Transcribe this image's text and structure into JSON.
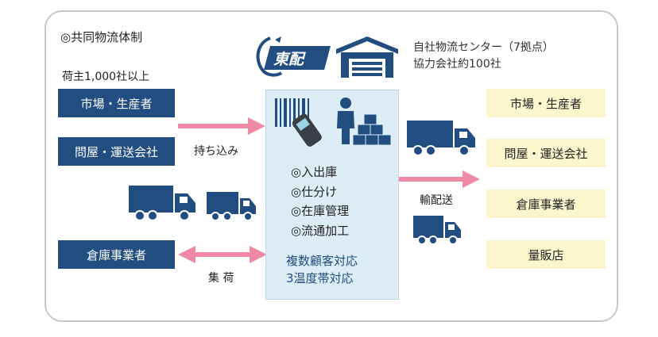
{
  "title": "◎共同物流体制",
  "shipper_count": "荷主1,000社以上",
  "left_boxes": [
    "市場・生産者",
    "問屋・運送会社",
    "倉庫事業者"
  ],
  "arrow_labels": {
    "bring_in": "持ち込み",
    "collection": "集 荷",
    "delivery": "輸配送"
  },
  "logo_text": "東配",
  "center_info": [
    "自社物流センター（7拠点）",
    "協力会社約100社"
  ],
  "functions": [
    "◎入出庫",
    "◎仕分け",
    "◎在庫管理",
    "◎流通加工"
  ],
  "features": [
    "複数顧客対応",
    "3温度帯対応"
  ],
  "right_boxes": [
    "市場・生産者",
    "問屋・運送会社",
    "倉庫事業者",
    "量販店"
  ],
  "colors": {
    "navy": "#214d80",
    "yellow": "#fbf6cc",
    "light_blue": "#dcedf6",
    "pink_arrow": "#ef8aa6"
  },
  "icons": [
    "logo-mark",
    "warehouse-icon",
    "barcode-scanner-icon",
    "worker-icon",
    "boxes-icon",
    "truck-icon"
  ]
}
